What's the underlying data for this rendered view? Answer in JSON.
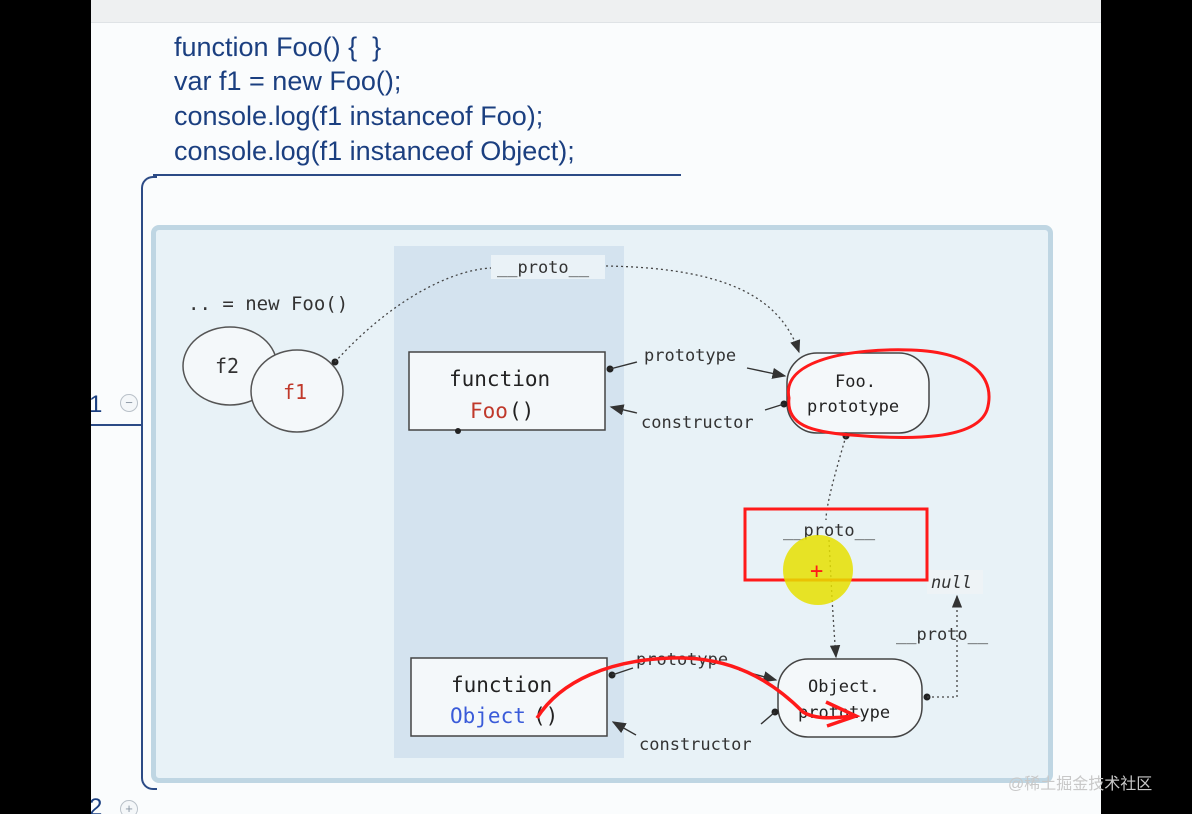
{
  "code_lines": [
    "function Foo() {  }",
    "var f1 = new Foo();",
    "console.log(f1 instanceof Foo);",
    "console.log(f1 instanceof Object);"
  ],
  "outline": {
    "node1_label": "1",
    "node1_toggle": "−",
    "node2_label": "2",
    "node2_toggle": "+"
  },
  "diagram": {
    "new_foo_label": ".. = new Foo()",
    "instance_f2": "f2",
    "instance_f1": "f1",
    "foo_function_keyword": "function",
    "foo_name": "Foo",
    "foo_parens": "()",
    "object_function_keyword": "function",
    "object_name": "Object",
    "object_parens": "()",
    "foo_prototype_line1": "Foo.",
    "foo_prototype_line2": "prototype",
    "object_prototype_line1": "Object.",
    "object_prototype_line2": "prototype",
    "proto_top": "__proto__",
    "proto_middle": "__proto__",
    "proto_right": "__proto__",
    "prototype_top": "prototype",
    "constructor_top": "constructor",
    "prototype_bottom": "prototype",
    "constructor_bottom": "constructor",
    "null_label": "null",
    "cursor_glyph": "+"
  },
  "colors": {
    "code": "#1b3f80",
    "foo_name": "#c0392b",
    "object_name": "#3a5bd9",
    "annotation_red": "#ff1a1a",
    "cursor_highlight": "#e6e000"
  },
  "watermark": "@稀土掘金技术社区"
}
